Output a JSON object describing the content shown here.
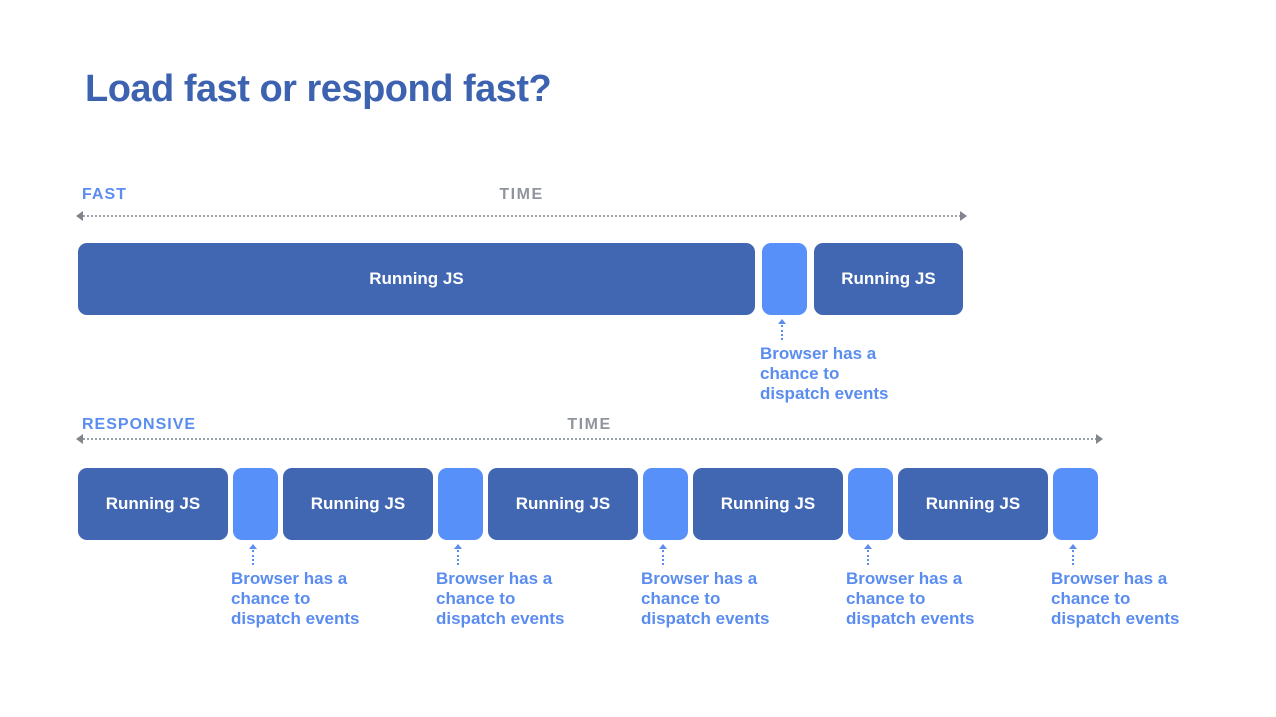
{
  "title": "Load fast or respond fast?",
  "labels": {
    "running_js": "Running JS",
    "annotation_lines": [
      "Browser has a",
      "chance to",
      "dispatch events"
    ]
  },
  "fast_section": {
    "label": "FAST",
    "time_label": "TIME",
    "segments": [
      {
        "type": "running_js",
        "label": "Running JS",
        "relative_width": 677
      },
      {
        "type": "browser_idle",
        "relative_width": 45,
        "annotation": "Browser has a chance to dispatch events"
      },
      {
        "type": "running_js",
        "label": "Running JS",
        "relative_width": 149
      }
    ]
  },
  "responsive_section": {
    "label": "RESPONSIVE",
    "time_label": "TIME",
    "segments": [
      {
        "type": "running_js",
        "label": "Running JS",
        "relative_width": 150
      },
      {
        "type": "browser_idle",
        "relative_width": 45,
        "annotation": "Browser has a chance to dispatch events"
      },
      {
        "type": "running_js",
        "label": "Running JS",
        "relative_width": 150
      },
      {
        "type": "browser_idle",
        "relative_width": 45,
        "annotation": "Browser has a chance to dispatch events"
      },
      {
        "type": "running_js",
        "label": "Running JS",
        "relative_width": 150
      },
      {
        "type": "browser_idle",
        "relative_width": 45,
        "annotation": "Browser has a chance to dispatch events"
      },
      {
        "type": "running_js",
        "label": "Running JS",
        "relative_width": 150
      },
      {
        "type": "browser_idle",
        "relative_width": 45,
        "annotation": "Browser has a chance to dispatch events"
      },
      {
        "type": "running_js",
        "label": "Running JS",
        "relative_width": 150
      },
      {
        "type": "browser_idle",
        "relative_width": 45,
        "annotation": "Browser has a chance to dispatch events"
      }
    ]
  },
  "colors": {
    "title_blue": "#3d63b0",
    "running_js_block": "#4267b2",
    "idle_block": "#5890fa",
    "annotation_blue": "#5a8def",
    "time_gray": "#90959d",
    "axis_dots": "#9aa1ab"
  }
}
